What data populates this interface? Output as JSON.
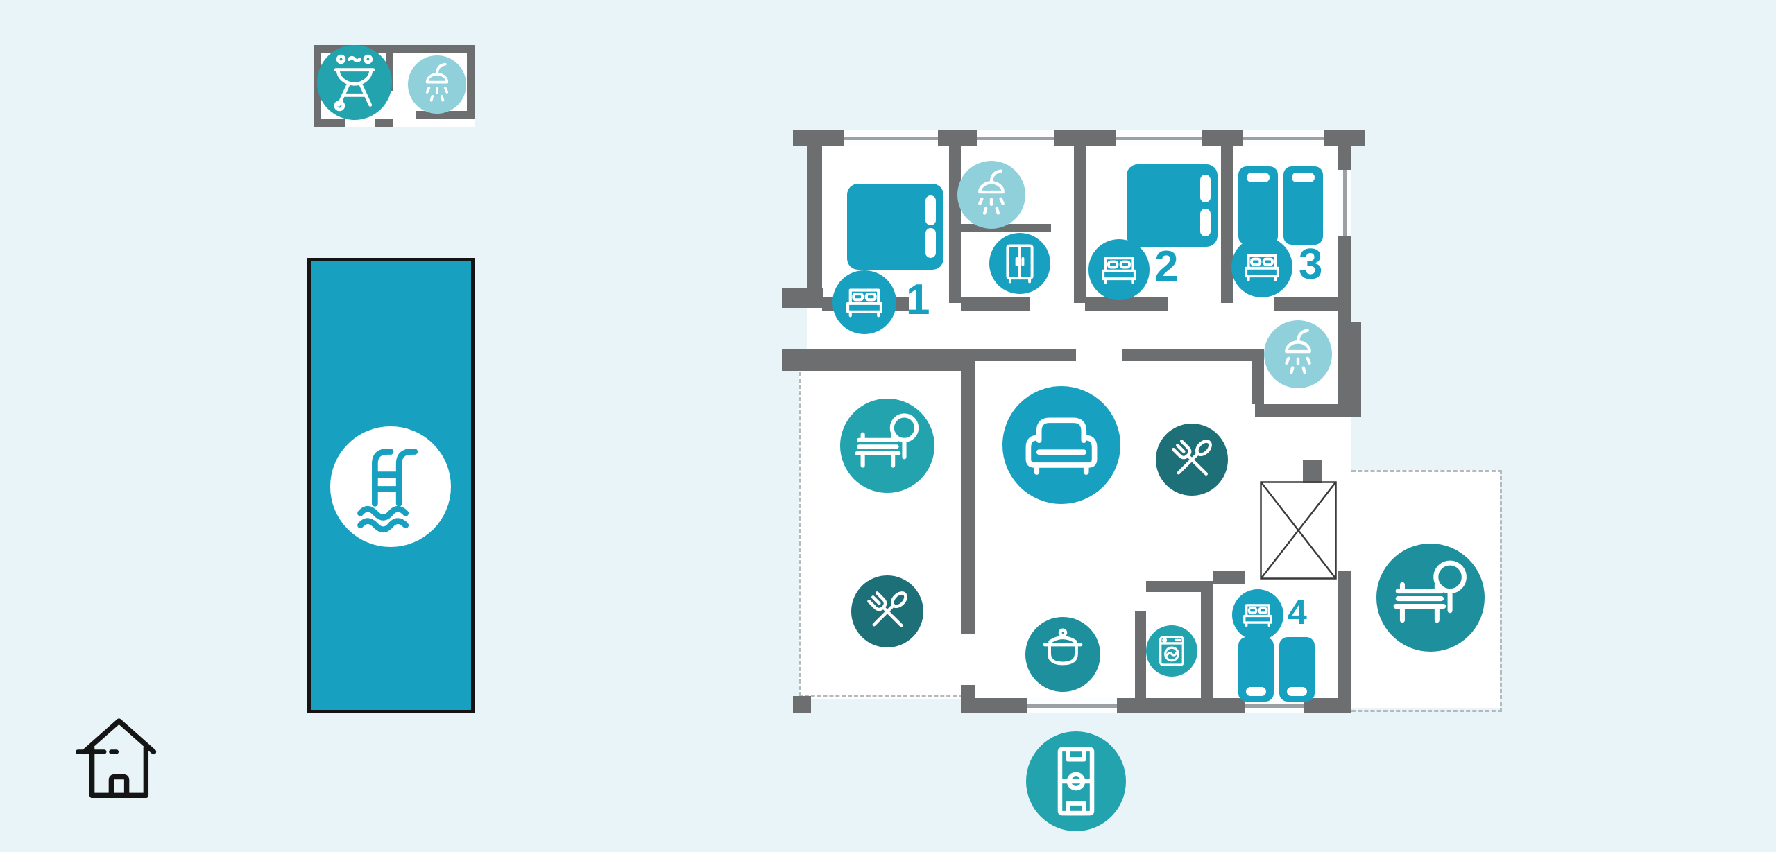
{
  "palette": {
    "background": "#e8f4f7",
    "wall": "#6d6e70",
    "teal_primary": "#18a0c0",
    "teal_light": "#8fd0da",
    "teal_dark": "#1d6f78",
    "teal_mid": "#1e8f9c",
    "teal_aqua": "#22a3ad",
    "pool_border": "#141414",
    "icon_stroke": "#ffffff",
    "dashed_line": "#b3babd"
  },
  "outbuilding": {
    "icons": [
      {
        "name": "bbq-grill-icon"
      },
      {
        "name": "shower-icon"
      }
    ]
  },
  "pool": {
    "icon": "pool-ladder-icon"
  },
  "site": {
    "home_icon": "home-icon"
  },
  "floor_plan": {
    "bedrooms": [
      {
        "number": "1",
        "icon": "double-bed-icon"
      },
      {
        "number": "2",
        "icon": "double-bed-icon"
      },
      {
        "number": "3",
        "icon": "double-bed-icon"
      },
      {
        "number": "4",
        "icon": "double-bed-icon"
      }
    ],
    "features": [
      {
        "name": "shower-icon",
        "room": "bathroom"
      },
      {
        "name": "wardrobe-icon",
        "room": "bathroom"
      },
      {
        "name": "shower-icon",
        "room": "ensuite-bathroom"
      },
      {
        "name": "garden-bench-icon",
        "room": "terrace"
      },
      {
        "name": "sofa-icon",
        "room": "living-room"
      },
      {
        "name": "cutlery-icon",
        "room": "dining-area"
      },
      {
        "name": "cutlery-icon",
        "room": "outdoor-dining"
      },
      {
        "name": "cooking-pot-icon",
        "room": "kitchen"
      },
      {
        "name": "washing-machine-icon",
        "room": "laundry"
      },
      {
        "name": "double-bed-icon",
        "room": "bedroom-4"
      },
      {
        "name": "garden-bench-icon",
        "room": "garden"
      },
      {
        "name": "football-pitch-icon",
        "room": "play-area"
      },
      {
        "name": "stairs-cross",
        "room": "stairwell"
      }
    ]
  }
}
